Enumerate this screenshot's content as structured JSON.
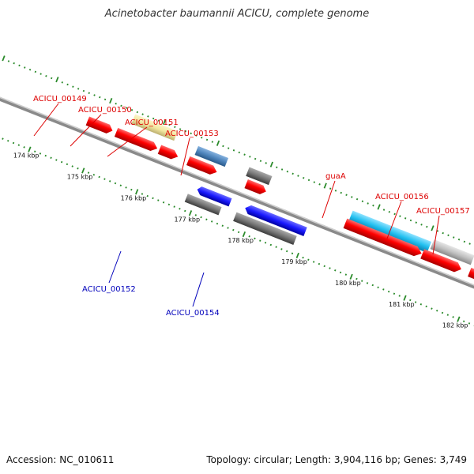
{
  "title": "Acinetobacter baumannii ACICU, complete genome",
  "footer": {
    "accession": "Accession: NC_010611",
    "summary": "Topology: circular; Length: 3,904,116 bp; Genes: 3,749"
  },
  "colors": {
    "cds": "#ff0000",
    "gray_feature": "#777777",
    "blue_feature": "#1a1aff",
    "steelblue_feature": "#4f86bd",
    "khaki_feature": "#f2e7a0",
    "cyan_feature": "#22c0f0",
    "silver_feature": "#c0c0c0",
    "orange_feature": "#ff9900",
    "backbone": "#888888",
    "ticks": "#2a8a2a",
    "label_red": "#dd0000",
    "label_blue": "#0000bb"
  },
  "scale": {
    "ticks": [
      {
        "kbp": 174,
        "label": "174 kbp"
      },
      {
        "kbp": 175,
        "label": "175 kbp"
      },
      {
        "kbp": 176,
        "label": "176 kbp"
      },
      {
        "kbp": 177,
        "label": "177 kbp"
      },
      {
        "kbp": 178,
        "label": "178 kbp"
      },
      {
        "kbp": 179,
        "label": "179 kbp"
      },
      {
        "kbp": 180,
        "label": "180 kbp"
      },
      {
        "kbp": 181,
        "label": "181 kbp"
      },
      {
        "kbp": 182,
        "label": "182 kbp"
      }
    ]
  },
  "gene_labels": [
    {
      "name": "ACICU_00149",
      "side": "outer"
    },
    {
      "name": "ACICU_00150",
      "side": "outer"
    },
    {
      "name": "ACICU_00151",
      "side": "outer"
    },
    {
      "name": "ACICU_00152",
      "side": "inner"
    },
    {
      "name": "ACICU_00153",
      "side": "outer"
    },
    {
      "name": "ACICU_00154",
      "side": "inner"
    },
    {
      "name": "guaA",
      "side": "outer"
    },
    {
      "name": "ACICU_00156",
      "side": "outer"
    },
    {
      "name": "ACICU_00157",
      "side": "outer"
    }
  ]
}
